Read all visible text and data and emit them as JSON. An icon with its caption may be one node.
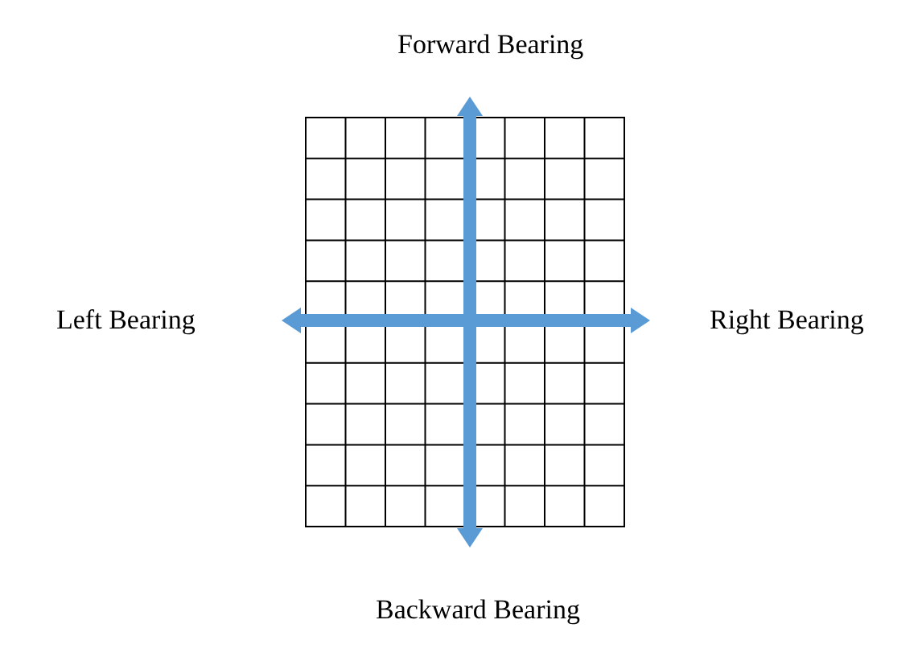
{
  "diagram": {
    "labels": [
      "Forward Bearing",
      "Left Bearing",
      "Right Bearing",
      "Backward Bearing"
    ]
  }
}
